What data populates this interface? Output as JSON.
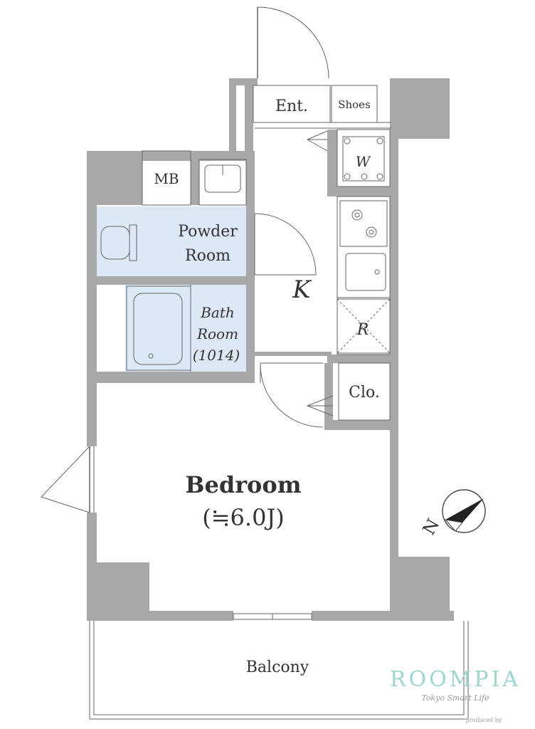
{
  "rooms": {
    "entrance": "Ent.",
    "shoes": "Shoes",
    "washer": "W",
    "meter_box": "MB",
    "powder_room_line1": "Powder",
    "powder_room_line2": "Room",
    "kitchen": "K",
    "bath_line1": "Bath",
    "bath_line2": "Room",
    "bath_size": "(1014)",
    "refrigerator": "R",
    "closet": "Clo.",
    "bedroom": "Bedroom",
    "bedroom_size": "(≒6.0J)",
    "balcony": "Balcony"
  },
  "compass": {
    "north_label": "N"
  },
  "branding": {
    "brand": "ROOMPIA",
    "tagline": "Tokyo Smart Life",
    "produced_by": "produced by"
  },
  "colors": {
    "wall": "#a8a8a8",
    "powder_room": "#dde8f6",
    "bath_room": "#dde8f6",
    "shoes": "#f6dbe6",
    "closet": "#f6dbe6",
    "brand": "#9fd5cf"
  }
}
